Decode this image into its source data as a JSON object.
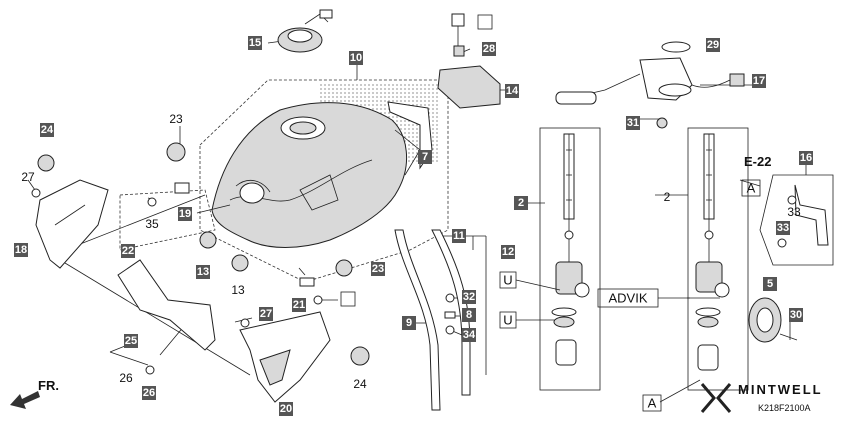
{
  "colors": {
    "label_bg": "#555555",
    "label_text": "#ffffff",
    "line": "#222222",
    "tank_shade": "#cfcfcf"
  },
  "labels": {
    "l2a": "2",
    "l2b": "2",
    "l5": "5",
    "l7": "7",
    "l8": "8",
    "l9": "9",
    "l10": "10",
    "l11": "11",
    "l12": "12",
    "l13a": "13",
    "l13b": "13",
    "l14": "14",
    "l15": "15",
    "l16": "16",
    "l17": "17",
    "l18": "18",
    "l19": "19",
    "l20": "20",
    "l21": "21",
    "l22": "22",
    "l23a": "23",
    "l23b": "23",
    "l24a": "24",
    "l24b": "24",
    "l25": "25",
    "l26a": "26",
    "l26b": "26",
    "l27a": "27",
    "l27b": "27",
    "l28": "28",
    "l29": "29",
    "l30": "30",
    "l31": "31",
    "l32": "32",
    "l33a": "33",
    "l33b": "33",
    "l34": "34",
    "l35": "35"
  },
  "callouts": {
    "u1": "U",
    "u2": "U",
    "a1": "A",
    "a2": "A"
  },
  "texts": {
    "e22": "E-22",
    "advik": "ADVIK",
    "front": "FR.",
    "brand": "MINTWELL",
    "code": "K218F2100A"
  }
}
